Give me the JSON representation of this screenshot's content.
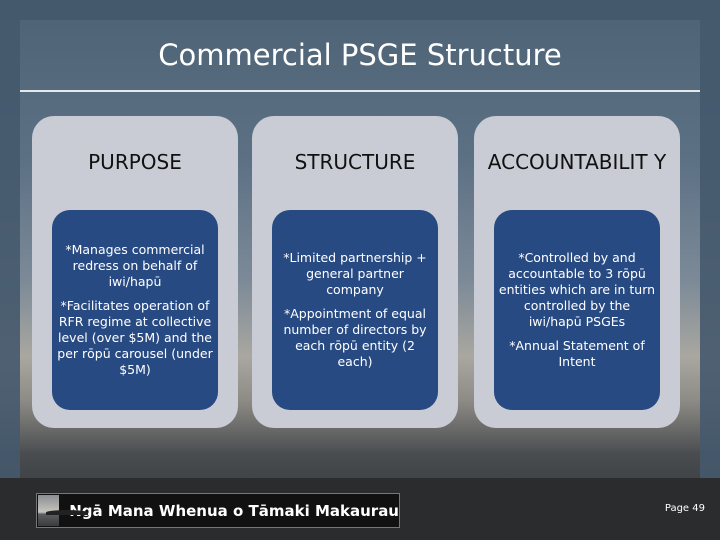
{
  "title": "Commercial PSGE Structure",
  "columns": [
    {
      "header": "PURPOSE",
      "items": [
        "*Manages commercial redress on behalf of iwi/hapū",
        "*Facilitates operation of RFR regime at collective level (over $5M) and the per rōpū carousel (under $5M)"
      ]
    },
    {
      "header": "STRUCTURE",
      "items": [
        "*Limited partnership + general partner company",
        "*Appointment of equal number of directors by each rōpū entity (2 each)"
      ]
    },
    {
      "header": "ACCOUNTABILIT Y",
      "items": [
        "*Controlled by and accountable to 3 rōpū entities which are in turn controlled by the iwi/hapū PSGEs",
        "*Annual Statement of Intent"
      ]
    }
  ],
  "footer": {
    "logo_text": "Ngā Mana Whenua o Tāmaki Makaurau",
    "page_label": "Page 49"
  },
  "colors": {
    "inner_box": "#284a83",
    "outer_box": "#c9ccd4",
    "frame": "#45596d"
  }
}
